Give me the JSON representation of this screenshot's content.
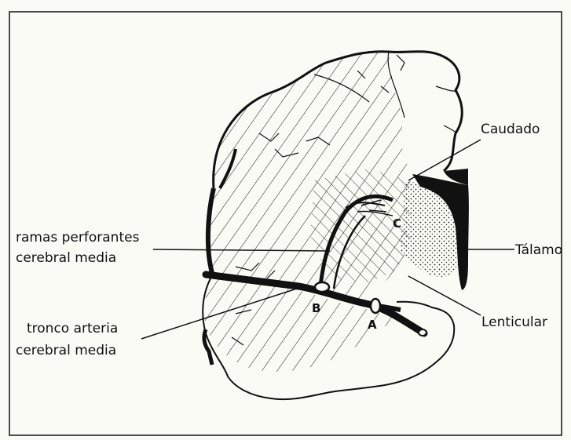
{
  "labels": {
    "caudado": "Caudado",
    "talamo": "Tálamo",
    "lenticular": "Lenticular",
    "ramas_line1": "ramas perforantes",
    "ramas_line2": "cerebral media",
    "tronco_line1": "tronco arteria",
    "tronco_line2": "cerebral media"
  },
  "points": {
    "a": "A",
    "b": "B",
    "c": "C"
  },
  "colors": {
    "ink": "#111111",
    "paper": "#fbfbf6"
  }
}
